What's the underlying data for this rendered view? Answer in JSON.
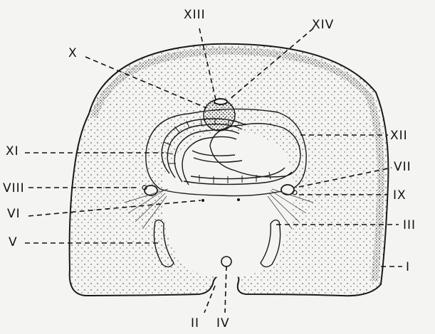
{
  "labels": {
    "I": "I",
    "II": "II",
    "III": "III",
    "IV": "IV",
    "V": "V",
    "VI": "VI",
    "VII": "VII",
    "VIII": "VIII",
    "IX": "IX",
    "X": "X",
    "XI": "XI",
    "XII": "XII",
    "XIII": "XIII",
    "XIV": "XIV"
  },
  "colors": {
    "ink": "#1a1a1a",
    "paper": "#f4f4f2"
  }
}
